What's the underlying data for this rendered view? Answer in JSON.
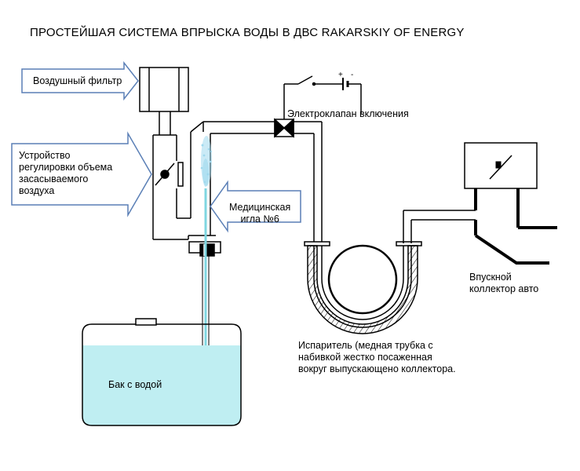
{
  "title": "ПРОСТЕЙШАЯ СИСТЕМА ВПРЫСКА ВОДЫ В ДВС  RAKARSKIY OF ENERGY",
  "labels": {
    "air_filter": "Воздушный фильтр",
    "air_regulator": "Устройство\nрегулировки объема\nзасасываемого\nвоздуха",
    "needle": "Медицинская\nигла №6",
    "solenoid": "Электроклапан включения",
    "intake": "Впускной\nколлектор авто",
    "evaporator": "Испаритель (медная трубка с\nнабивкой жестко посаженная\nвокруг выпускающено коллектора.",
    "tank": "Бак с водой",
    "battery_plus": "+",
    "battery_minus": "-"
  },
  "colors": {
    "line": "#000000",
    "water": "#bfeef2",
    "water_stream": "#7fd6e0",
    "mist": "#9fd9ee",
    "arrow_stroke": "#5a7fb6",
    "background": "#ffffff"
  }
}
